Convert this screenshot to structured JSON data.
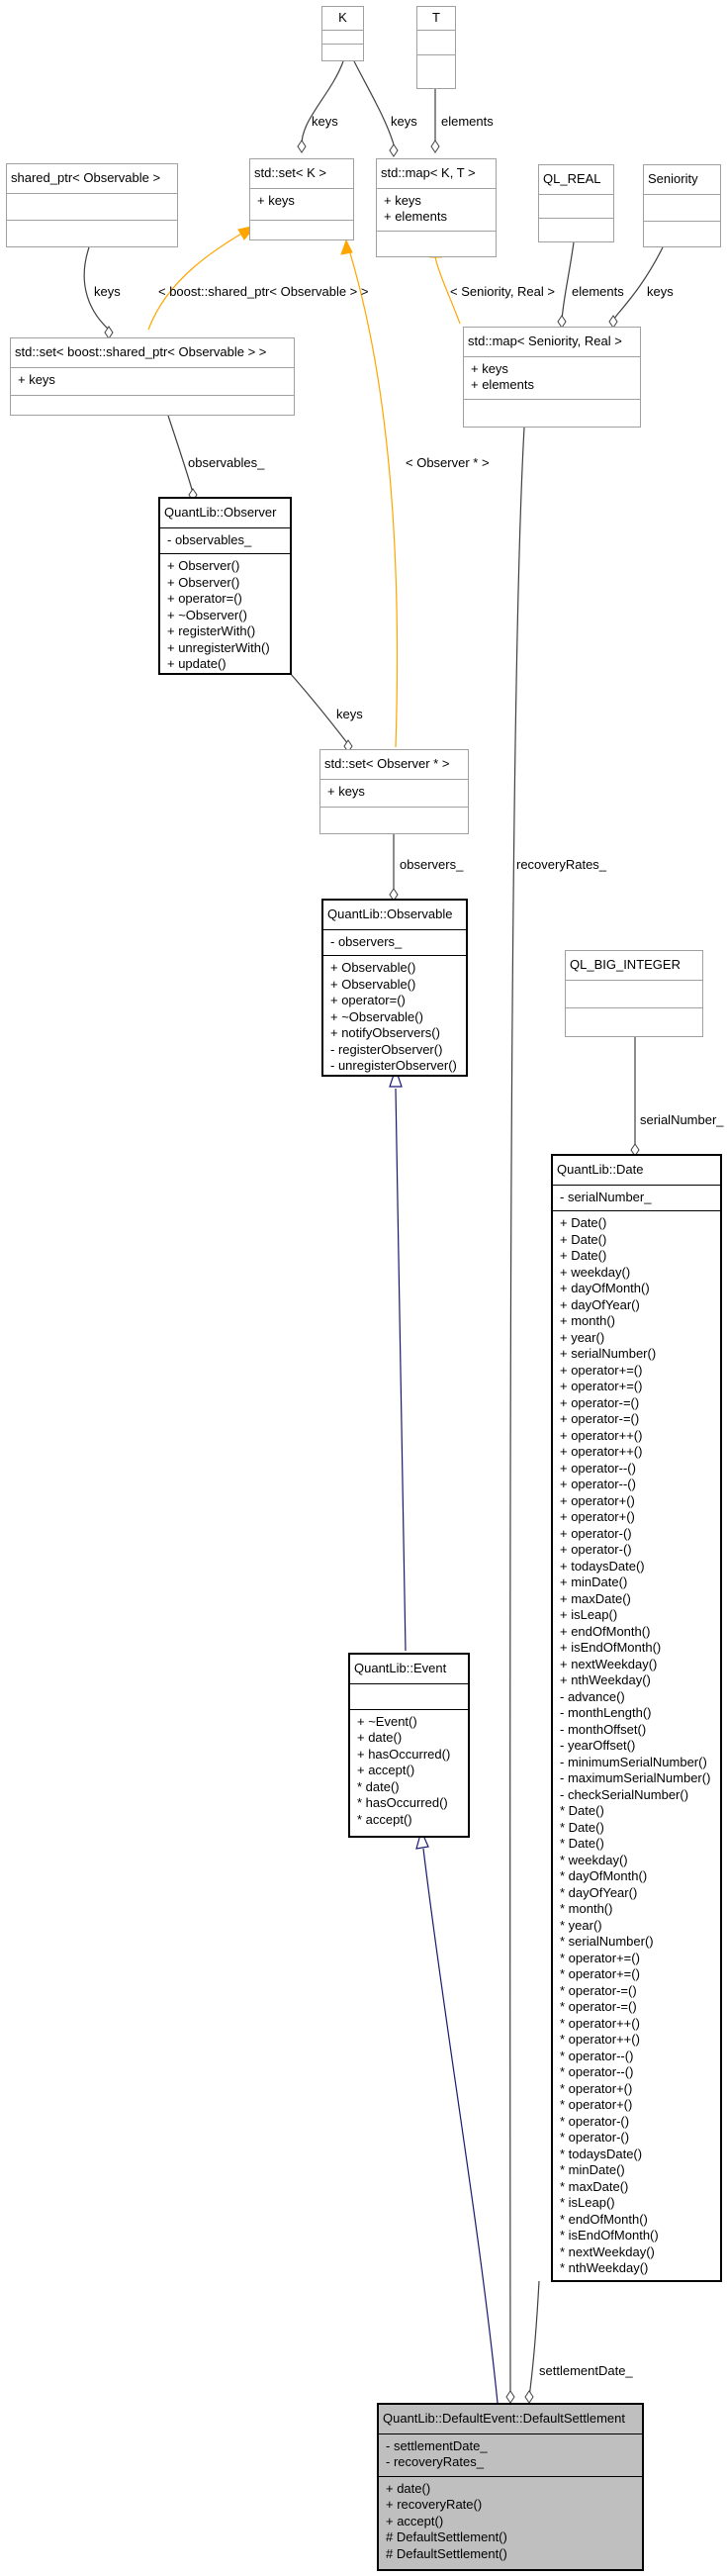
{
  "classes": {
    "K": {
      "title": "K",
      "attributes": [],
      "methods": []
    },
    "T": {
      "title": "T",
      "attributes": [],
      "methods": []
    },
    "shared_ptr_observable": {
      "title": "shared_ptr< Observable >",
      "attributes": [],
      "methods": []
    },
    "set_k": {
      "title": "std::set< K >",
      "attributes": [
        "+ keys"
      ],
      "methods": []
    },
    "map_k_t": {
      "title": "std::map< K, T >",
      "attributes": [
        "+ keys",
        "+ elements"
      ],
      "methods": []
    },
    "ql_real": {
      "title": "QL_REAL",
      "attributes": [],
      "methods": []
    },
    "seniority": {
      "title": "Seniority",
      "attributes": [],
      "methods": []
    },
    "set_shared_ptr": {
      "title": "std::set< boost::shared_ptr< Observable > >",
      "attributes": [
        "+ keys"
      ],
      "methods": []
    },
    "map_seniority_real": {
      "title": "std::map< Seniority, Real >",
      "attributes": [
        "+ keys",
        "+ elements"
      ],
      "methods": []
    },
    "observer": {
      "title": "QuantLib::Observer",
      "attributes": [
        "- observables_"
      ],
      "methods": [
        "+ Observer()",
        "+ Observer()",
        "+ operator=()",
        "+ ~Observer()",
        "+ registerWith()",
        "+ unregisterWith()",
        "+ update()"
      ]
    },
    "set_observer_ptr": {
      "title": "std::set< Observer * >",
      "attributes": [
        "+ keys"
      ],
      "methods": []
    },
    "observable": {
      "title": "QuantLib::Observable",
      "attributes": [
        "- observers_"
      ],
      "methods": [
        "+ Observable()",
        "+ Observable()",
        "+ operator=()",
        "+ ~Observable()",
        "+ notifyObservers()",
        "- registerObserver()",
        "- unregisterObserver()"
      ]
    },
    "ql_big_integer": {
      "title": "QL_BIG_INTEGER",
      "attributes": [],
      "methods": []
    },
    "date": {
      "title": "QuantLib::Date",
      "attributes": [
        "- serialNumber_"
      ],
      "methods": [
        "+ Date()",
        "+ Date()",
        "+ Date()",
        "+ weekday()",
        "+ dayOfMonth()",
        "+ dayOfYear()",
        "+ month()",
        "+ year()",
        "+ serialNumber()",
        "+ operator+=()",
        "+ operator+=()",
        "+ operator-=()",
        "+ operator-=()",
        "+ operator++()",
        "+ operator++()",
        "+ operator--()",
        "+ operator--()",
        "+ operator+()",
        "+ operator+()",
        "+ operator-()",
        "+ operator-()",
        "+ todaysDate()",
        "+ minDate()",
        "+ maxDate()",
        "+ isLeap()",
        "+ endOfMonth()",
        "+ isEndOfMonth()",
        "+ nextWeekday()",
        "+ nthWeekday()",
        "- advance()",
        "- monthLength()",
        "- monthOffset()",
        "- yearOffset()",
        "- minimumSerialNumber()",
        "- maximumSerialNumber()",
        "- checkSerialNumber()",
        "* Date()",
        "* Date()",
        "* Date()",
        "* weekday()",
        "* dayOfMonth()",
        "* dayOfYear()",
        "* month()",
        "* year()",
        "* serialNumber()",
        "* operator+=()",
        "* operator+=()",
        "* operator-=()",
        "* operator-=()",
        "* operator++()",
        "* operator++()",
        "* operator--()",
        "* operator--()",
        "* operator+()",
        "* operator+()",
        "* operator-()",
        "* operator-()",
        "* todaysDate()",
        "* minDate()",
        "* maxDate()",
        "* isLeap()",
        "* endOfMonth()",
        "* isEndOfMonth()",
        "* nextWeekday()",
        "* nthWeekday()"
      ]
    },
    "event": {
      "title": "QuantLib::Event",
      "attributes": [],
      "methods": [
        "+ ~Event()",
        "+ date()",
        "+ hasOccurred()",
        "+ accept()",
        "* date()",
        "* hasOccurred()",
        "* accept()"
      ]
    },
    "default_settlement": {
      "title": "QuantLib::DefaultEvent::DefaultSettlement",
      "attributes": [
        "- settlementDate_",
        "- recoveryRates_"
      ],
      "methods": [
        "+ date()",
        "+ recoveryRate()",
        "+ accept()",
        "# DefaultSettlement()",
        "# DefaultSettlement()"
      ]
    }
  },
  "edge_labels": {
    "k_keys": "keys",
    "k_map_keys": "keys",
    "t_elements": "elements",
    "shared_keys": "keys",
    "boost_template": "< boost::shared_ptr< Observable > >",
    "seniority_template": "< Seniority, Real >",
    "ql_real_elements": "elements",
    "seniority_keys": "keys",
    "observables": "observables_",
    "observer_template": "< Observer * >",
    "observer_keys": "keys",
    "observers": "observers_",
    "recovery_rates": "recoveryRates_",
    "serial_number": "serialNumber_",
    "settlement_date": "settlementDate_"
  },
  "colors": {
    "template_edge": "#ffa500",
    "inheritance_edge": "#191970",
    "usage_edge": "#404040",
    "selected_fill": "#bfbfbf"
  }
}
